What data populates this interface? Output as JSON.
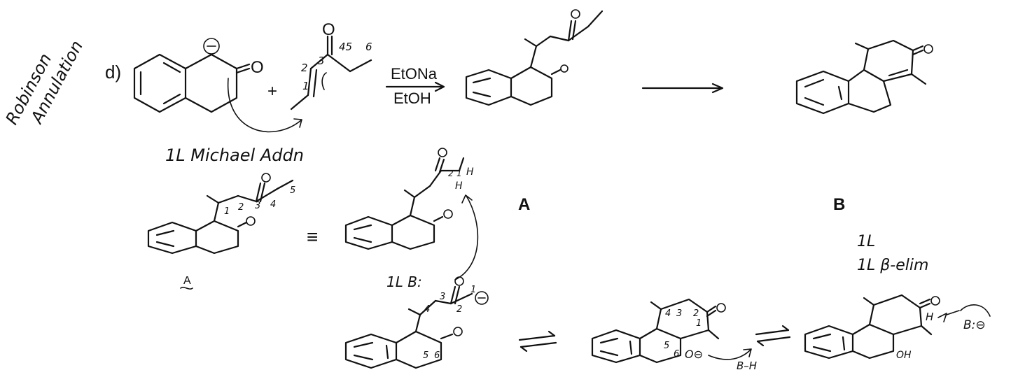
{
  "side_label": {
    "line1": "Robinson",
    "line2": "Annulation"
  },
  "top_row": {
    "part_label": "d)",
    "plus": "+",
    "carbonyl_o": "O",
    "reactant_ketone_o": "O",
    "numbering": {
      "n1": "1",
      "n2": "2",
      "n3": "3",
      "n45": "45",
      "n6": "6"
    },
    "reagent_top": "EtONa",
    "reagent_bottom": "EtOH",
    "product_a_label": "A",
    "product_b_label": "B"
  },
  "mechanism": {
    "step1_note": "1L Michael Addn",
    "intermediate_a_label": "A",
    "equiv_sign": "≡",
    "a_numbering": {
      "n1": "1",
      "n2": "2",
      "n3": "3",
      "n4": "4",
      "n5": "5"
    },
    "alpha_numbering": {
      "n2": "2",
      "n1": "1",
      "h1": "H",
      "h2": "H"
    },
    "base_note": "1L B:",
    "enolate_numbering": {
      "n1": "1",
      "n2": "2",
      "n3": "3",
      "n4": "4",
      "n5": "5",
      "n6": "6"
    },
    "alkoxide_numbering": {
      "n4": "4",
      "n3": "3",
      "n2": "2",
      "n1": "1",
      "n5": "5",
      "n6": "6"
    },
    "alkoxide_charge": "O⊖",
    "acid_label": "B–H",
    "aldol_oh": "OH",
    "aldol_h": "H",
    "base_anion": "B:⊖",
    "elim_note_1": "1L",
    "elim_note_2": "1L  β-elim"
  }
}
